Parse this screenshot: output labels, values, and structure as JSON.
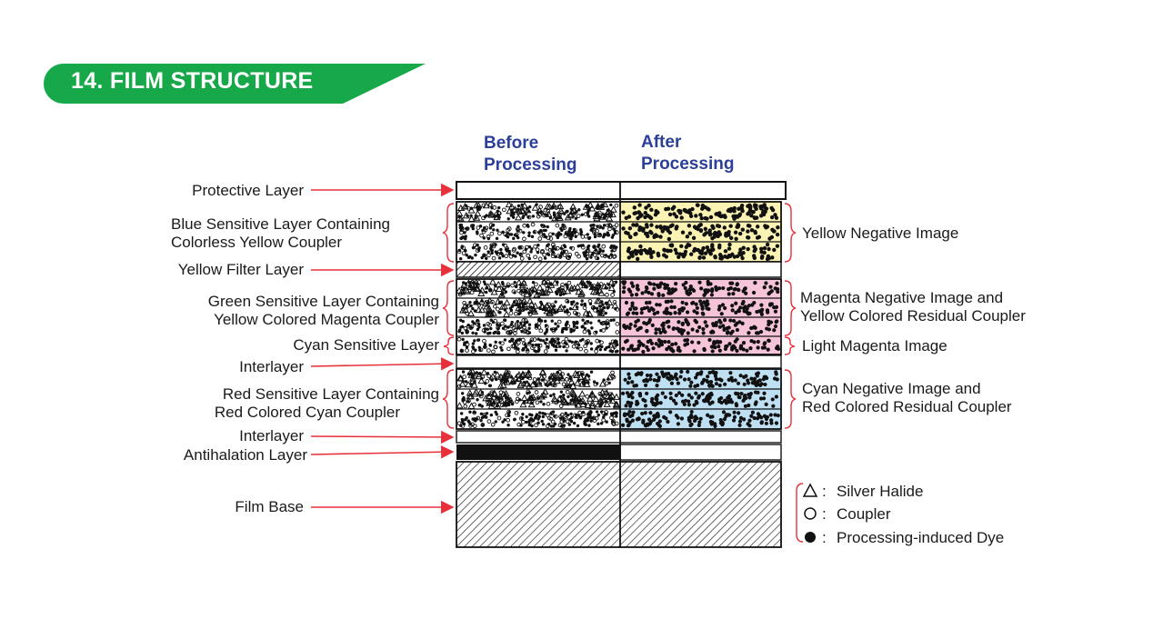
{
  "title": "14.  FILM STRUCTURE",
  "headers": {
    "before": [
      "Before",
      "Processing"
    ],
    "after": [
      "After",
      "Processing"
    ]
  },
  "left_labels": [
    {
      "lines": [
        "Protective Layer"
      ],
      "pointer": "arrow"
    },
    {
      "lines": [
        "Blue Sensitive Layer Containing",
        "Colorless Yellow Coupler"
      ],
      "pointer": "brace"
    },
    {
      "lines": [
        "Yellow Filter Layer"
      ],
      "pointer": "arrow"
    },
    {
      "lines": [
        "Green Sensitive Layer Containing",
        "Yellow Colored Magenta Coupler"
      ],
      "pointer": "brace"
    },
    {
      "lines": [
        "Cyan Sensitive Layer"
      ],
      "pointer": "brace"
    },
    {
      "lines": [
        "Interlayer"
      ],
      "pointer": "arrow"
    },
    {
      "lines": [
        "Red Sensitive Layer Containing",
        "Red Colored Cyan Coupler"
      ],
      "pointer": "brace"
    },
    {
      "lines": [
        "Interlayer"
      ],
      "pointer": "arrow"
    },
    {
      "lines": [
        "Antihalation Layer"
      ],
      "pointer": "arrow"
    },
    {
      "lines": [
        "Film Base"
      ],
      "pointer": "arrow"
    }
  ],
  "right_labels": [
    {
      "lines": [
        "Yellow Negative Image"
      ]
    },
    {
      "lines": [
        "Magenta Negative Image and",
        "Yellow Colored Residual Coupler"
      ]
    },
    {
      "lines": [
        "Light Magenta Image"
      ]
    },
    {
      "lines": [
        "Cyan Negative Image and",
        "Red Colored Residual Coupler"
      ]
    }
  ],
  "legend": [
    {
      "symbol": "triangle",
      "label": "Silver Halide"
    },
    {
      "symbol": "open-circle",
      "label": "Coupler"
    },
    {
      "symbol": "filled-circle",
      "label": "Processing-induced Dye"
    }
  ],
  "colors": {
    "banner": "#17a84a",
    "header": "#2b3f9a",
    "arrow": "#e8303a",
    "yellow_image": "#fbf3b4",
    "magenta_image": "#f6c4d8",
    "cyan_image": "#bfe0f3"
  }
}
